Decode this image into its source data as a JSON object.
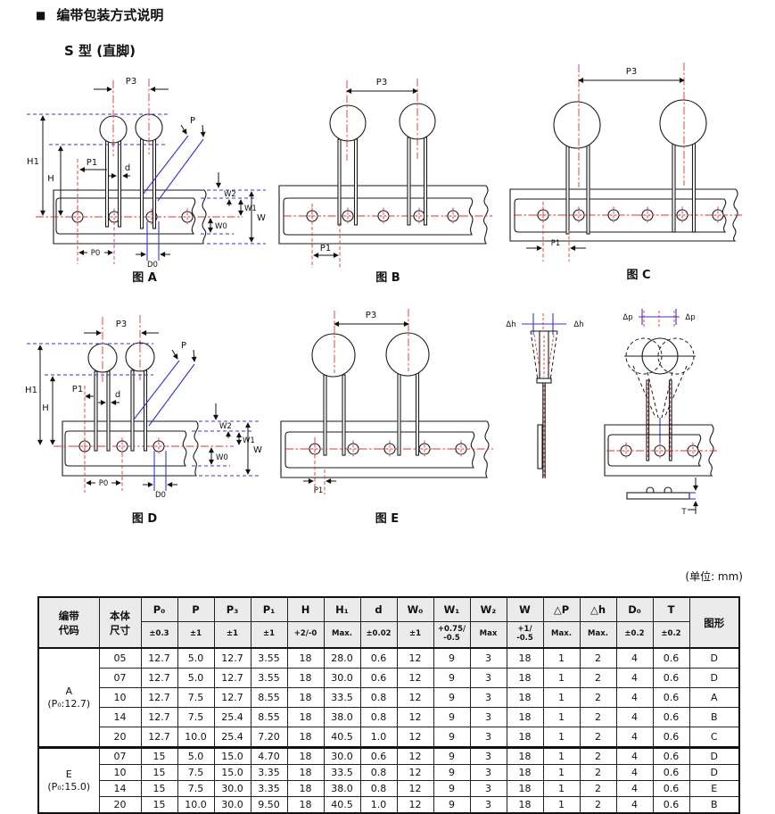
{
  "page": {
    "bullet": "■",
    "title": "编带包装方式说明",
    "subtitle": "S 型 (直脚)",
    "unit_note": "(单位: mm)"
  },
  "figures": {
    "a": {
      "caption": "图 A",
      "p3": "P3",
      "p": "P",
      "h1": "H1",
      "h": "H",
      "p1": "P1",
      "d": "d",
      "w2": "W2",
      "w1": "W1",
      "w0": "W0",
      "w": "W",
      "p0": "P0",
      "d0": "D0"
    },
    "b": {
      "caption": "图 B",
      "p3": "P3",
      "p1": "P1"
    },
    "c": {
      "caption": "图 C",
      "p3": "P3",
      "p1": "P1"
    },
    "d": {
      "caption": "图 D",
      "p3": "P3",
      "p": "P",
      "h1": "H1",
      "h": "H",
      "p1": "P1",
      "d": "d",
      "w2": "W2",
      "w1": "W1",
      "w0": "W0",
      "w": "W",
      "p0": "P0",
      "d0": "D0"
    },
    "e": {
      "caption": "图 E",
      "p3": "P3",
      "p1": "P1"
    },
    "dh": {
      "left": "Δh",
      "right": "Δh"
    },
    "dp": {
      "left": "Δp",
      "right": "Δp",
      "t": "T"
    }
  },
  "table": {
    "header": {
      "code": "编带\n代码",
      "size": "本体\n尺寸",
      "fig": "图形",
      "cols": [
        {
          "name": "P₀",
          "tol": "±0.3"
        },
        {
          "name": "P",
          "tol": "±1"
        },
        {
          "name": "P₃",
          "tol": "±1"
        },
        {
          "name": "P₁",
          "tol": "±1"
        },
        {
          "name": "H",
          "tol": "+2/-0"
        },
        {
          "name": "H₁",
          "tol": "Max."
        },
        {
          "name": "d",
          "tol": "±0.02"
        },
        {
          "name": "W₀",
          "tol": "±1"
        },
        {
          "name": "W₁",
          "tol": "+0.75/\n-0.5"
        },
        {
          "name": "W₂",
          "tol": "Max"
        },
        {
          "name": "W",
          "tol": "+1/\n-0.5"
        },
        {
          "name": "△P",
          "tol": "Max."
        },
        {
          "name": "△h",
          "tol": "Max."
        },
        {
          "name": "D₀",
          "tol": "±0.2"
        },
        {
          "name": "T",
          "tol": "±0.2"
        }
      ]
    },
    "groups": [
      {
        "code": "A",
        "code_note": "(P₀:12.7)",
        "rows": [
          {
            "size": "05",
            "values": [
              "12.7",
              "5.0",
              "12.7",
              "3.55",
              "18",
              "28.0",
              "0.6",
              "12",
              "9",
              "3",
              "18",
              "1",
              "2",
              "4",
              "0.6"
            ],
            "fig": "D"
          },
          {
            "size": "07",
            "values": [
              "12.7",
              "5.0",
              "12.7",
              "3.55",
              "18",
              "30.0",
              "0.6",
              "12",
              "9",
              "3",
              "18",
              "1",
              "2",
              "4",
              "0.6"
            ],
            "fig": "D"
          },
          {
            "size": "10",
            "values": [
              "12.7",
              "7.5",
              "12.7",
              "8.55",
              "18",
              "33.5",
              "0.8",
              "12",
              "9",
              "3",
              "18",
              "1",
              "2",
              "4",
              "0.6"
            ],
            "fig": "A"
          },
          {
            "size": "14",
            "values": [
              "12.7",
              "7.5",
              "25.4",
              "8.55",
              "18",
              "38.0",
              "0.8",
              "12",
              "9",
              "3",
              "18",
              "1",
              "2",
              "4",
              "0.6"
            ],
            "fig": "B"
          },
          {
            "size": "20",
            "values": [
              "12.7",
              "10.0",
              "25.4",
              "7.20",
              "18",
              "40.5",
              "1.0",
              "12",
              "9",
              "3",
              "18",
              "1",
              "2",
              "4",
              "0.6"
            ],
            "fig": "C"
          }
        ]
      },
      {
        "code": "E",
        "code_note": "(P₀:15.0)",
        "rows": [
          {
            "size": "07",
            "values": [
              "15",
              "5.0",
              "15.0",
              "4.70",
              "18",
              "30.0",
              "0.6",
              "12",
              "9",
              "3",
              "18",
              "1",
              "2",
              "4",
              "0.6"
            ],
            "fig": "D"
          },
          {
            "size": "10",
            "values": [
              "15",
              "7.5",
              "15.0",
              "3.35",
              "18",
              "33.5",
              "0.8",
              "12",
              "9",
              "3",
              "18",
              "1",
              "2",
              "4",
              "0.6"
            ],
            "fig": "D"
          },
          {
            "size": "14",
            "values": [
              "15",
              "7.5",
              "30.0",
              "3.35",
              "18",
              "38.0",
              "0.8",
              "12",
              "9",
              "3",
              "18",
              "1",
              "2",
              "4",
              "0.6"
            ],
            "fig": "E"
          },
          {
            "size": "20",
            "values": [
              "15",
              "10.0",
              "30.0",
              "9.50",
              "18",
              "40.5",
              "1.0",
              "12",
              "9",
              "3",
              "18",
              "1",
              "2",
              "4",
              "0.6"
            ],
            "fig": "B"
          }
        ]
      }
    ]
  }
}
